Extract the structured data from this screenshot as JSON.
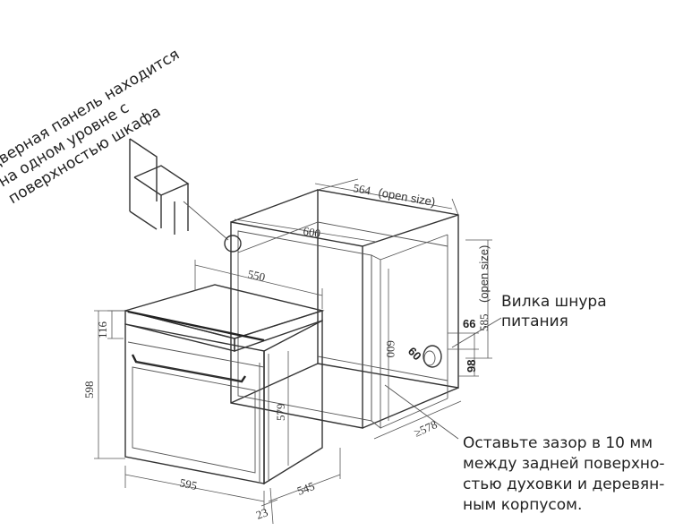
{
  "notes": {
    "door_panel": [
      "Дверная панель находится",
      "на одном уровне с",
      "поверхностью шкафа"
    ],
    "plug": [
      "Вилка шнура",
      "питания"
    ],
    "gap": [
      "Оставьте зазор в 10 мм",
      "между задней поверхно-",
      "стью духовки и деревян-",
      "ным корпусом."
    ]
  },
  "dimensions": {
    "cabinet_width_open": "564",
    "open_size": "(open size)",
    "cabinet_width": "600",
    "cabinet_height_open": "585",
    "cabinet_height": "600",
    "cabinet_depth": "≥578",
    "oven_top_depth": "550",
    "panel_height": "116",
    "oven_total_height": "598",
    "oven_body_height": "579",
    "oven_width": "595",
    "oven_depth": "545",
    "door_thickness": "23",
    "plug_66": "66",
    "plug_60": "60",
    "plug_98": "98"
  }
}
